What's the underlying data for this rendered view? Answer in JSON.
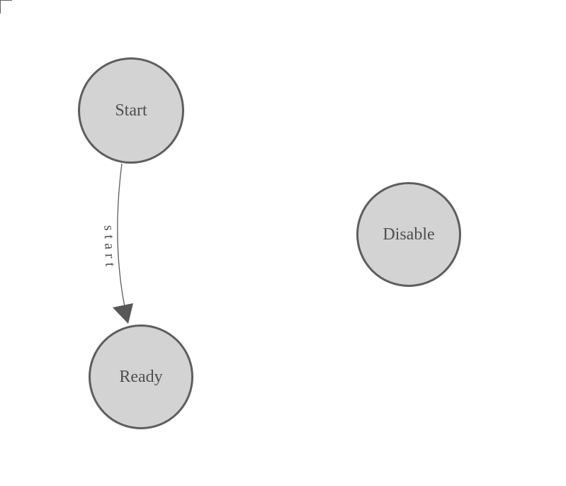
{
  "diagram": {
    "nodes": {
      "start": {
        "label": "Start"
      },
      "ready": {
        "label": "Ready"
      },
      "disable": {
        "label": "Disable"
      }
    },
    "edges": {
      "start_transition": {
        "label": "start",
        "from": "Start",
        "to": "Ready"
      }
    },
    "colors": {
      "node_fill": "#d3d3d3",
      "node_border": "#5e5e5e",
      "node_text": "#4e4e4e",
      "edge_stroke": "#5d5d5d",
      "arrowhead_fill": "#575757",
      "canvas_background": "#ffffff"
    }
  }
}
